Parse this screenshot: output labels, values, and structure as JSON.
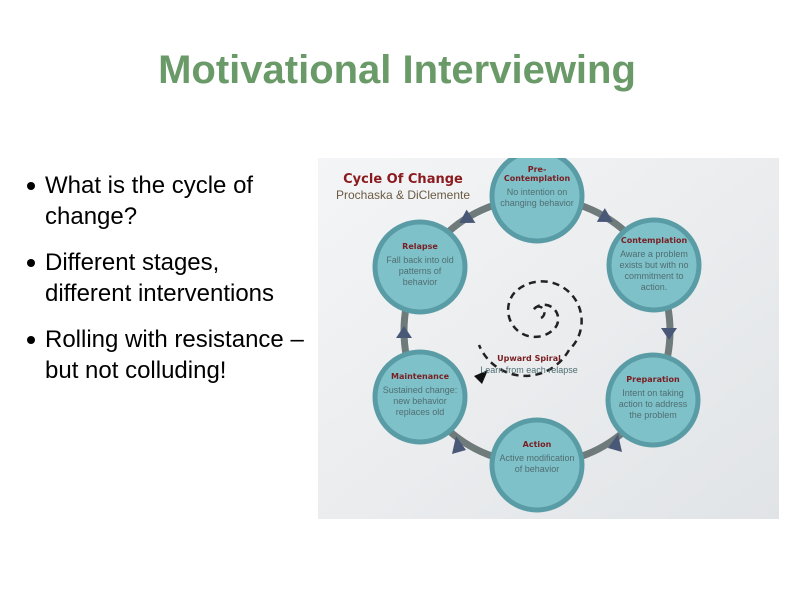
{
  "slide": {
    "title": "Motivational Interviewing",
    "bullets": [
      "What is the cycle of change?",
      "Different stages, different interventions",
      "Rolling with resistance – but not colluding!"
    ]
  },
  "diagram": {
    "title": "Cycle Of Change",
    "subtitle": "Prochaska & DiClemente",
    "colors": {
      "circle_fill": "#7fc1c9",
      "circle_border": "#5a9ca6",
      "stage_title": "#7a1e22",
      "ring": "#6f7a7a",
      "arrow": "#4a5878"
    },
    "stages": [
      {
        "title": "Pre-",
        "title2": "Contemplation",
        "desc": [
          "No intention on",
          "changing behavior"
        ]
      },
      {
        "title": "Contemplation",
        "desc": [
          "Aware a problem",
          "exists but with no",
          "commitment to",
          "action."
        ]
      },
      {
        "title": "Preparation",
        "desc": [
          "Intent on taking",
          "action to address",
          "the problem"
        ]
      },
      {
        "title": "Action",
        "desc": [
          "Active modification",
          "of behavior"
        ]
      },
      {
        "title": "Maintenance",
        "desc": [
          "Sustained change:",
          "new behavior",
          "replaces old"
        ]
      },
      {
        "title": "Relapse",
        "desc": [
          "Fall back into old",
          "patterns of",
          "behavior"
        ]
      }
    ],
    "spiral": {
      "title": "Upward Spiral",
      "desc": "Learn from each relapse"
    }
  }
}
